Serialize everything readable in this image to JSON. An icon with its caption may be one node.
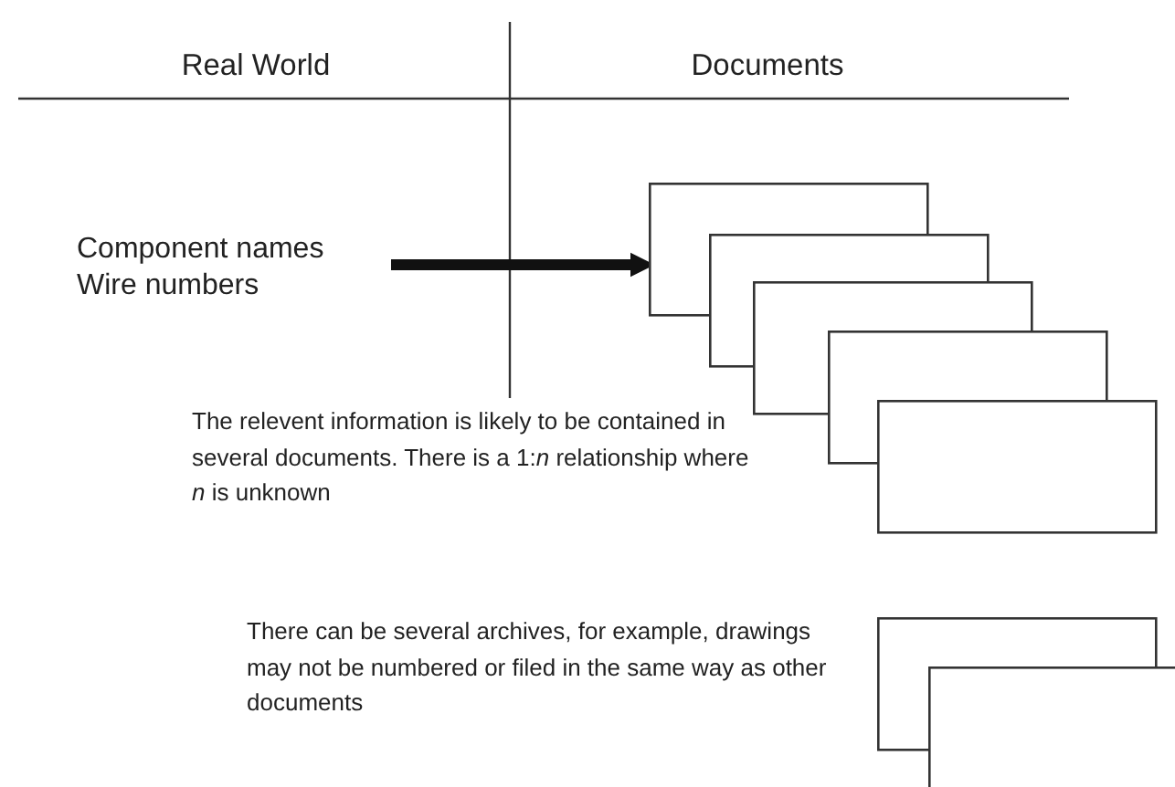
{
  "diagram": {
    "nodes": [
      {
        "text": [
          "Component names Wire numbers"
        ]
      },
      {
        "text": [],
        "shape": "box"
      },
      {
        "text": [],
        "shape": "box"
      }
    ],
    "edges": [
      {
        "from": 0,
        "to": 1,
        "arrow": "to"
      }
    ],
    "labels": [
      "Real World",
      "Documents",
      "The relevent information is likely to be contained in several documents. There is a 1:*n* relationship where *n* is unknown",
      "There can be several archives, for example, drawings may not be numbered or filed in the same way as other documents"
    ]
  }
}
